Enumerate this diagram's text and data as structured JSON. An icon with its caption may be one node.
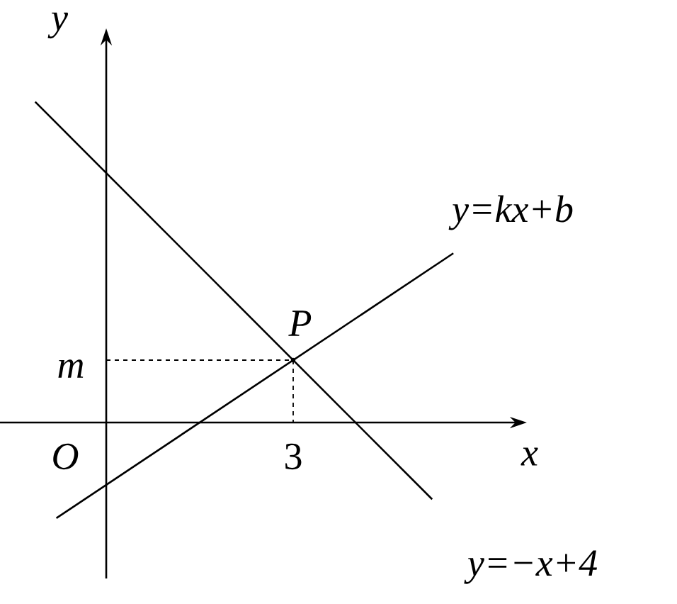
{
  "diagram": {
    "labels": [
      "y",
      "y=kx+b",
      "P",
      "m",
      "O",
      "3",
      "x",
      "y=−x+4"
    ]
  }
}
